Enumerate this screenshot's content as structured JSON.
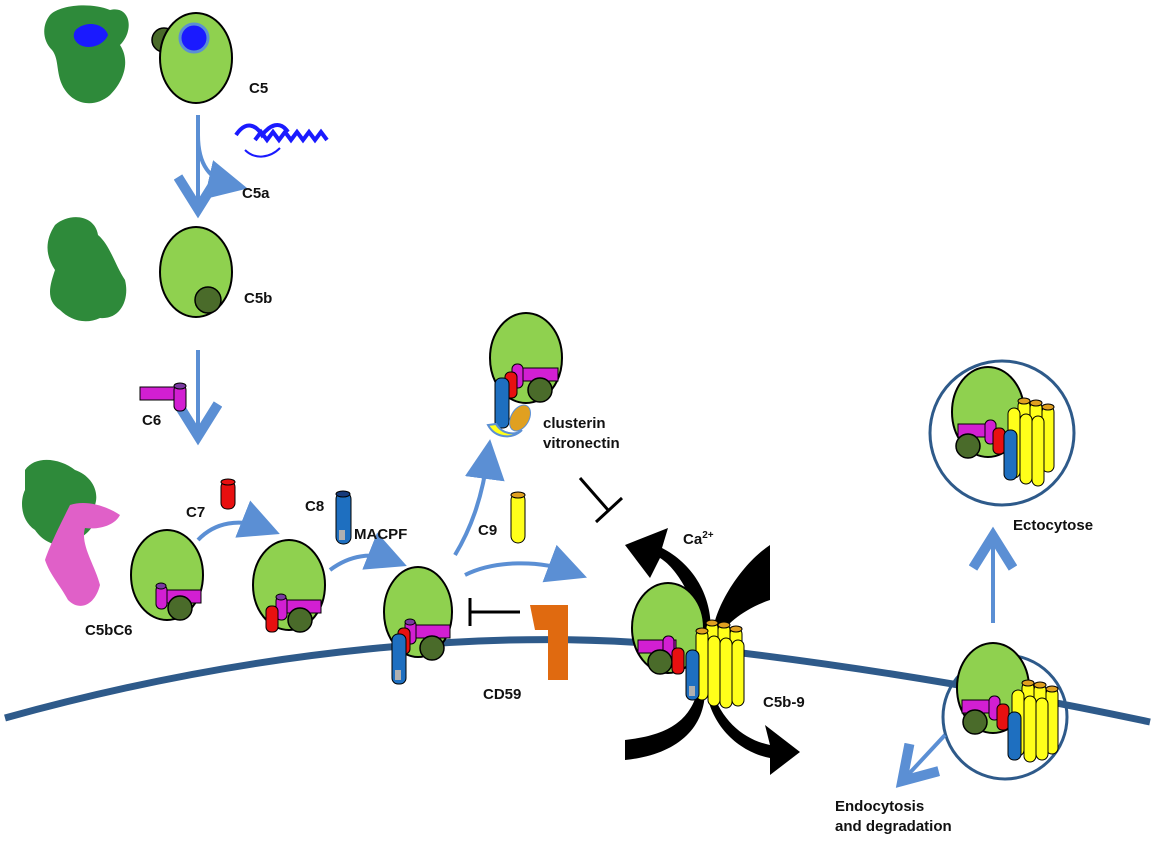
{
  "labels": {
    "c5": "C5",
    "c5a": "C5a",
    "c5b": "C5b",
    "c6": "C6",
    "c7": "C7",
    "c8": "C8",
    "macpf": "MACPF",
    "c9": "C9",
    "c5bc6": "C5bC6",
    "clusterin": "clusterin",
    "vitronectin": "vitronectin",
    "cd59": "CD59",
    "ca": "Ca",
    "ca_sup": "2+",
    "c5b9": "C5b-9",
    "ectocytose": "Ectocytose",
    "endocytosis_line1": "Endocytosis",
    "endocytosis_line2": "and degradation"
  },
  "colors": {
    "green_body": "#8fd14f",
    "dark_green": "#4a6b2a",
    "blue_c5a": "#1a1aff",
    "arrow_blue": "#5b8fd4",
    "membrane": "#2e5a8a",
    "c6": "#d21fd2",
    "c6_top": "#7a3aa0",
    "c7": "#e81010",
    "c8": "#1e6fc0",
    "c9": "#ffff1a",
    "c9_top": "#e0a020",
    "cd59": "#e06a10",
    "protein_green": "#2e8a3a",
    "protein_pink": "#e060c8",
    "black": "#000000"
  }
}
